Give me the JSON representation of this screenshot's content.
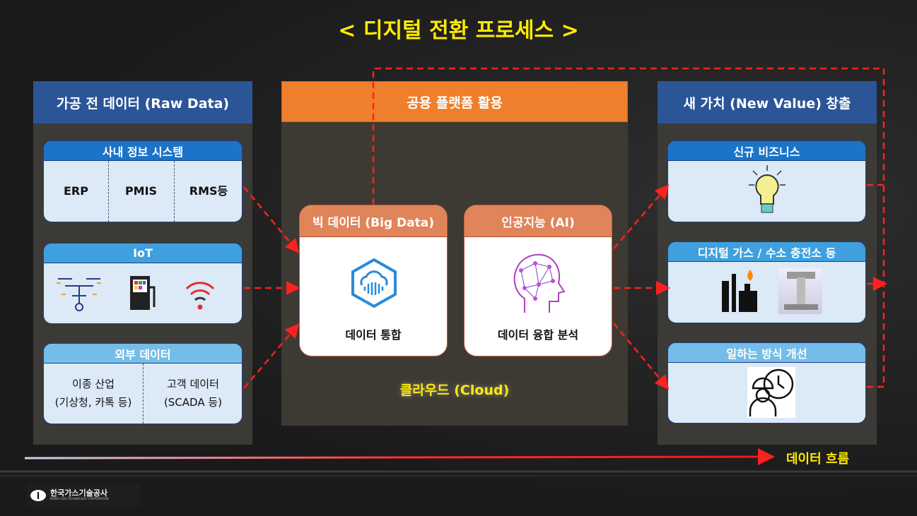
{
  "title": "< 디지털 전환 프로세스 >",
  "left": {
    "header": "가공 전 데이터 (Raw Data)",
    "cards": [
      {
        "title": "사내 정보 시스템",
        "items": [
          "ERP",
          "PMIS",
          "RMS등"
        ]
      },
      {
        "title": "IoT",
        "icons": [
          "sensor-network-icon",
          "fuel-pump-icon",
          "wireless-signal-icon"
        ]
      },
      {
        "title": "외부 데이터",
        "items": [
          {
            "line1": "이종 산업",
            "line2": "(기상청, 카톡 등)"
          },
          {
            "line1": "고객 데이터",
            "line2": "(SCADA 등)"
          }
        ]
      }
    ]
  },
  "middle": {
    "header": "공용 플랫폼 활용",
    "bigdata": {
      "title": "빅 데이터 (Big Data)",
      "label": "데이터 통합"
    },
    "ai": {
      "title": "인공지능 (AI)",
      "label": "데이터 융합 분석"
    },
    "cloud": "클라우드 (Cloud)"
  },
  "right": {
    "header": "새 가치 (New Value) 창출",
    "cards": [
      {
        "title": "신규 비즈니스"
      },
      {
        "title": "디지털 가스 / 수소 충전소 등"
      },
      {
        "title": "일하는 방식 개선"
      }
    ]
  },
  "flow_label": "데이터 흐름",
  "footer": {
    "logo_ko": "한국가스기술공사",
    "logo_en": "KOREA GAS TECHNOLOGY CORPORATION"
  },
  "colors": {
    "title": "#ffeb00",
    "arrow": "#ff2020",
    "orange": "#ee7f2d",
    "navy": "#2b5597"
  }
}
